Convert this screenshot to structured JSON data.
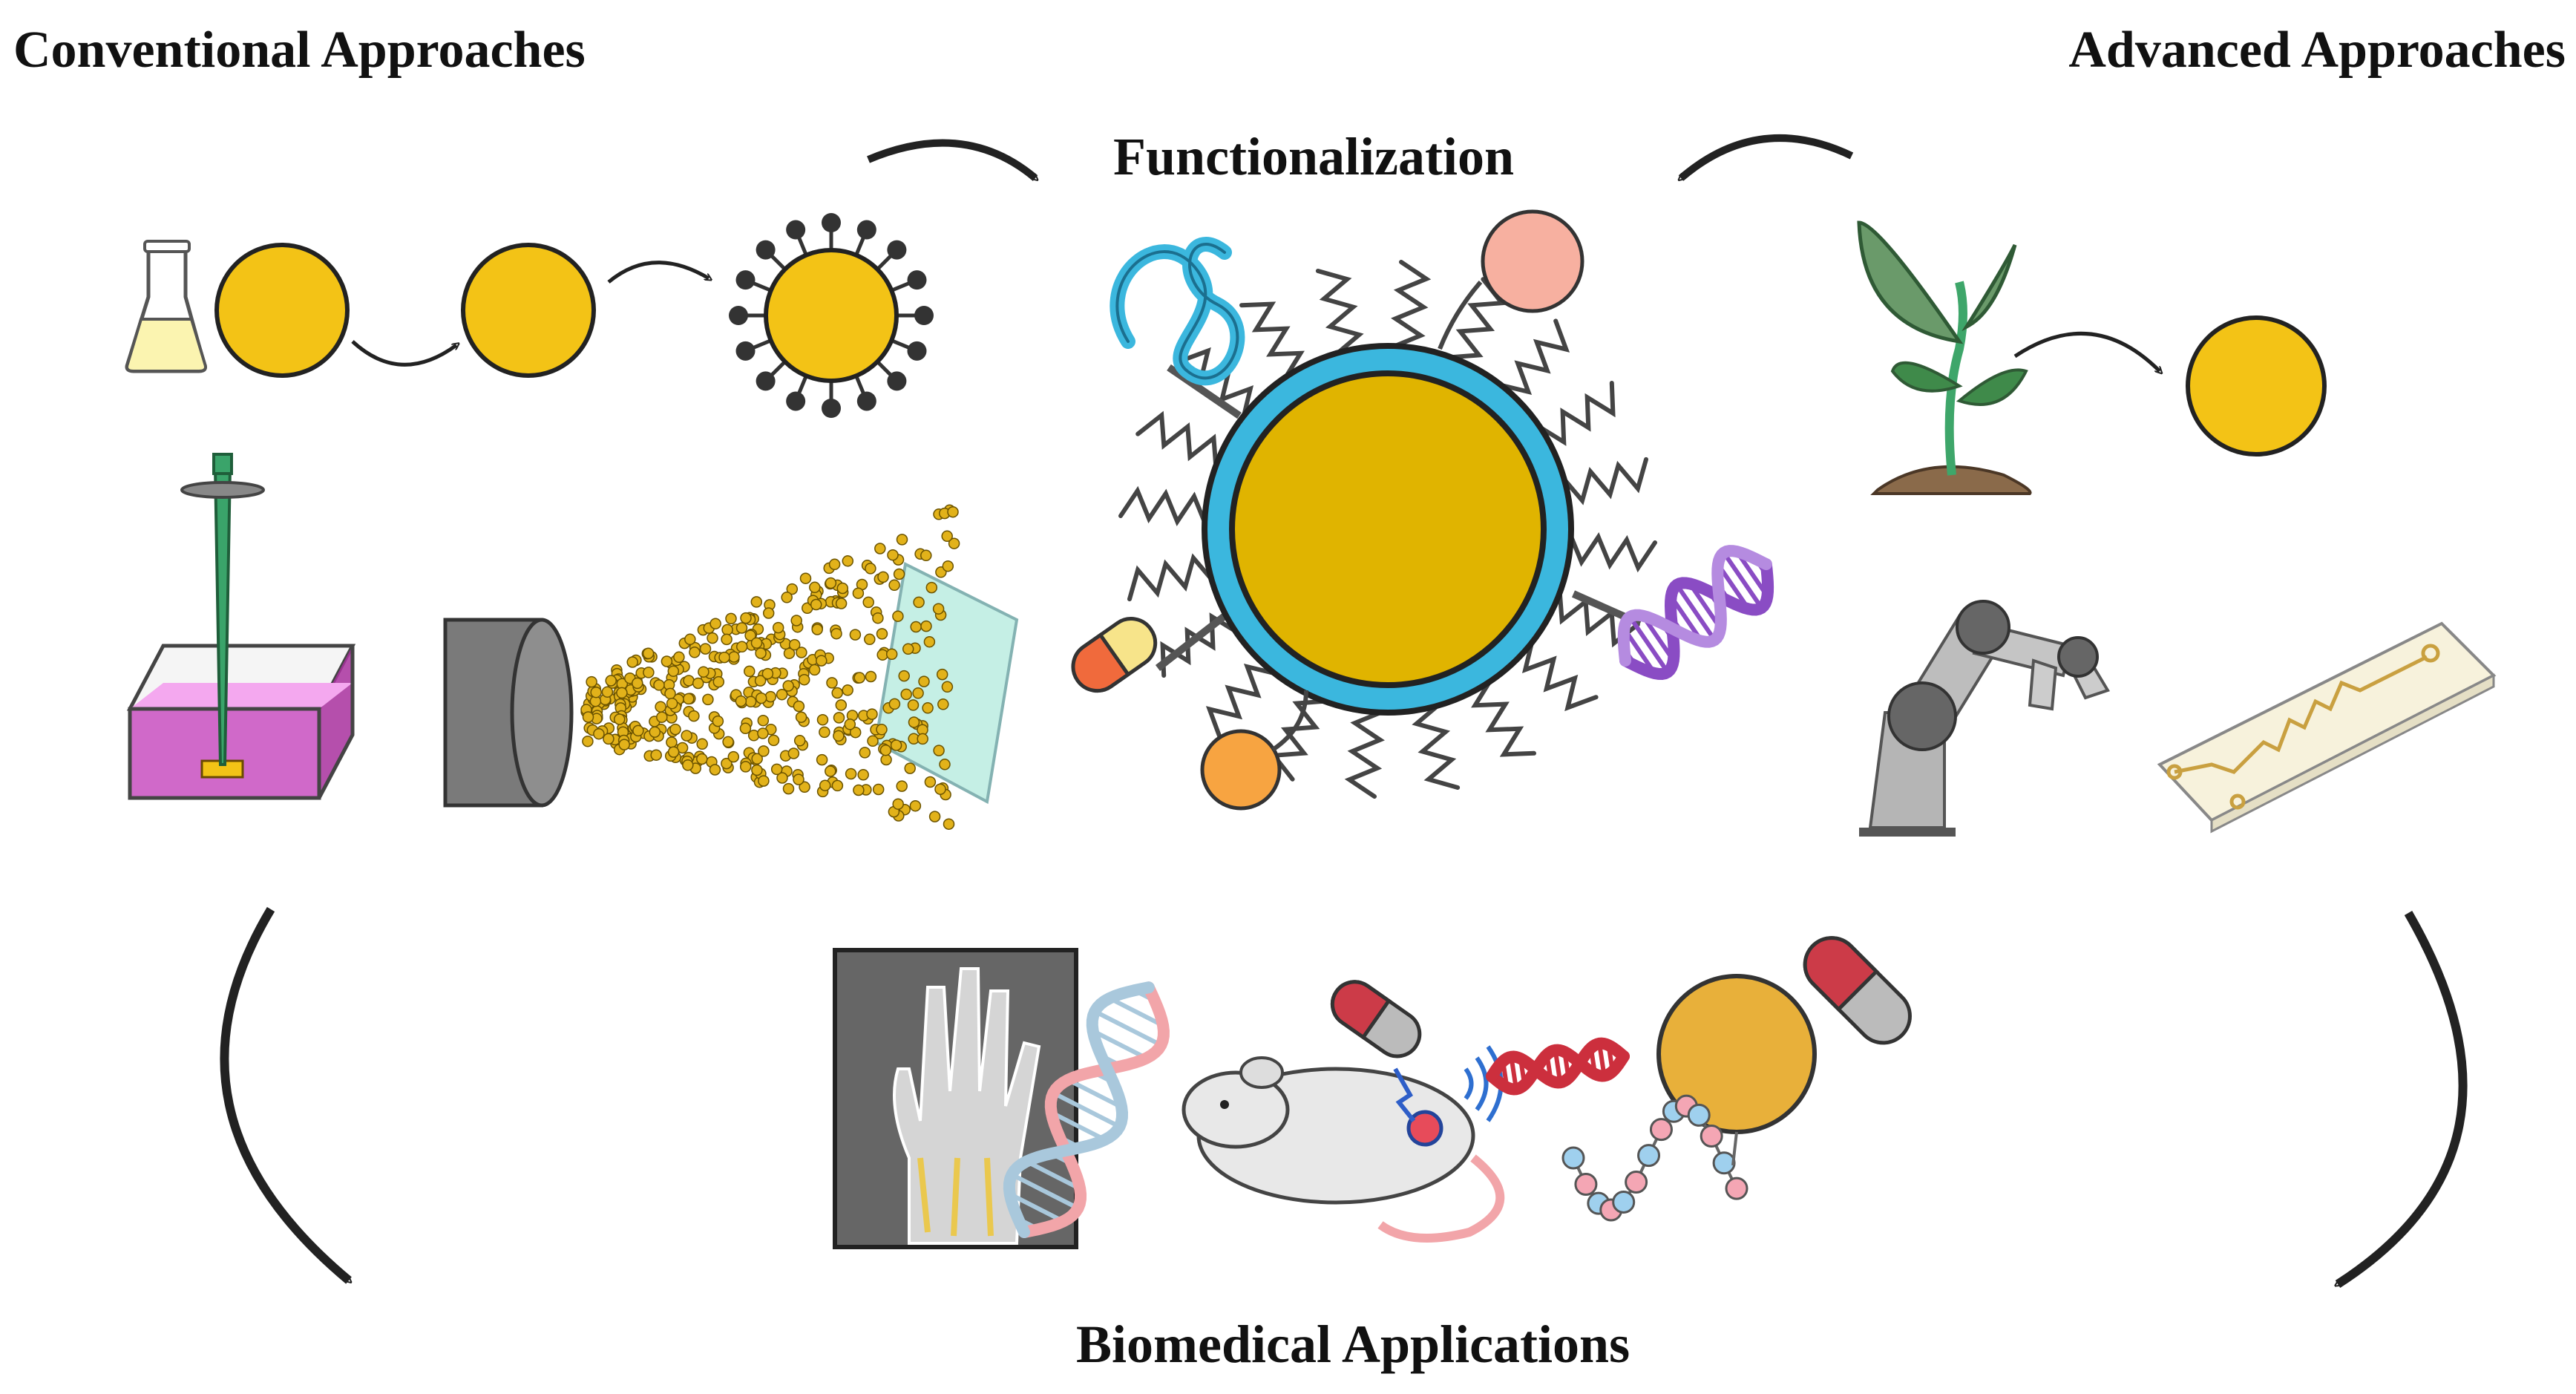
{
  "labels": {
    "conventional": "Conventional Approaches",
    "advanced": "Advanced Approaches",
    "functionalization": "Functionalization",
    "biomedical": "Biomedical Applications"
  },
  "colors": {
    "gold": "#f3c316",
    "core": "#e0b400",
    "shell": "#3bb7de",
    "pink": "#f29ab0",
    "purple": "#8a4cc4",
    "green": "#3ea66a",
    "grey": "#8a8a8a"
  },
  "icons": [
    "flask-icon",
    "nanoparticle-icon",
    "ligand-coated-nanoparticle-icon",
    "pipette-electrode-icon",
    "laser-ablation-icon",
    "plant-icon",
    "robot-arm-icon",
    "microfluidic-chip-icon",
    "xray-hand-icon",
    "dna-icon",
    "mouse-icon",
    "capsule-icon",
    "bead-chain-icon"
  ]
}
